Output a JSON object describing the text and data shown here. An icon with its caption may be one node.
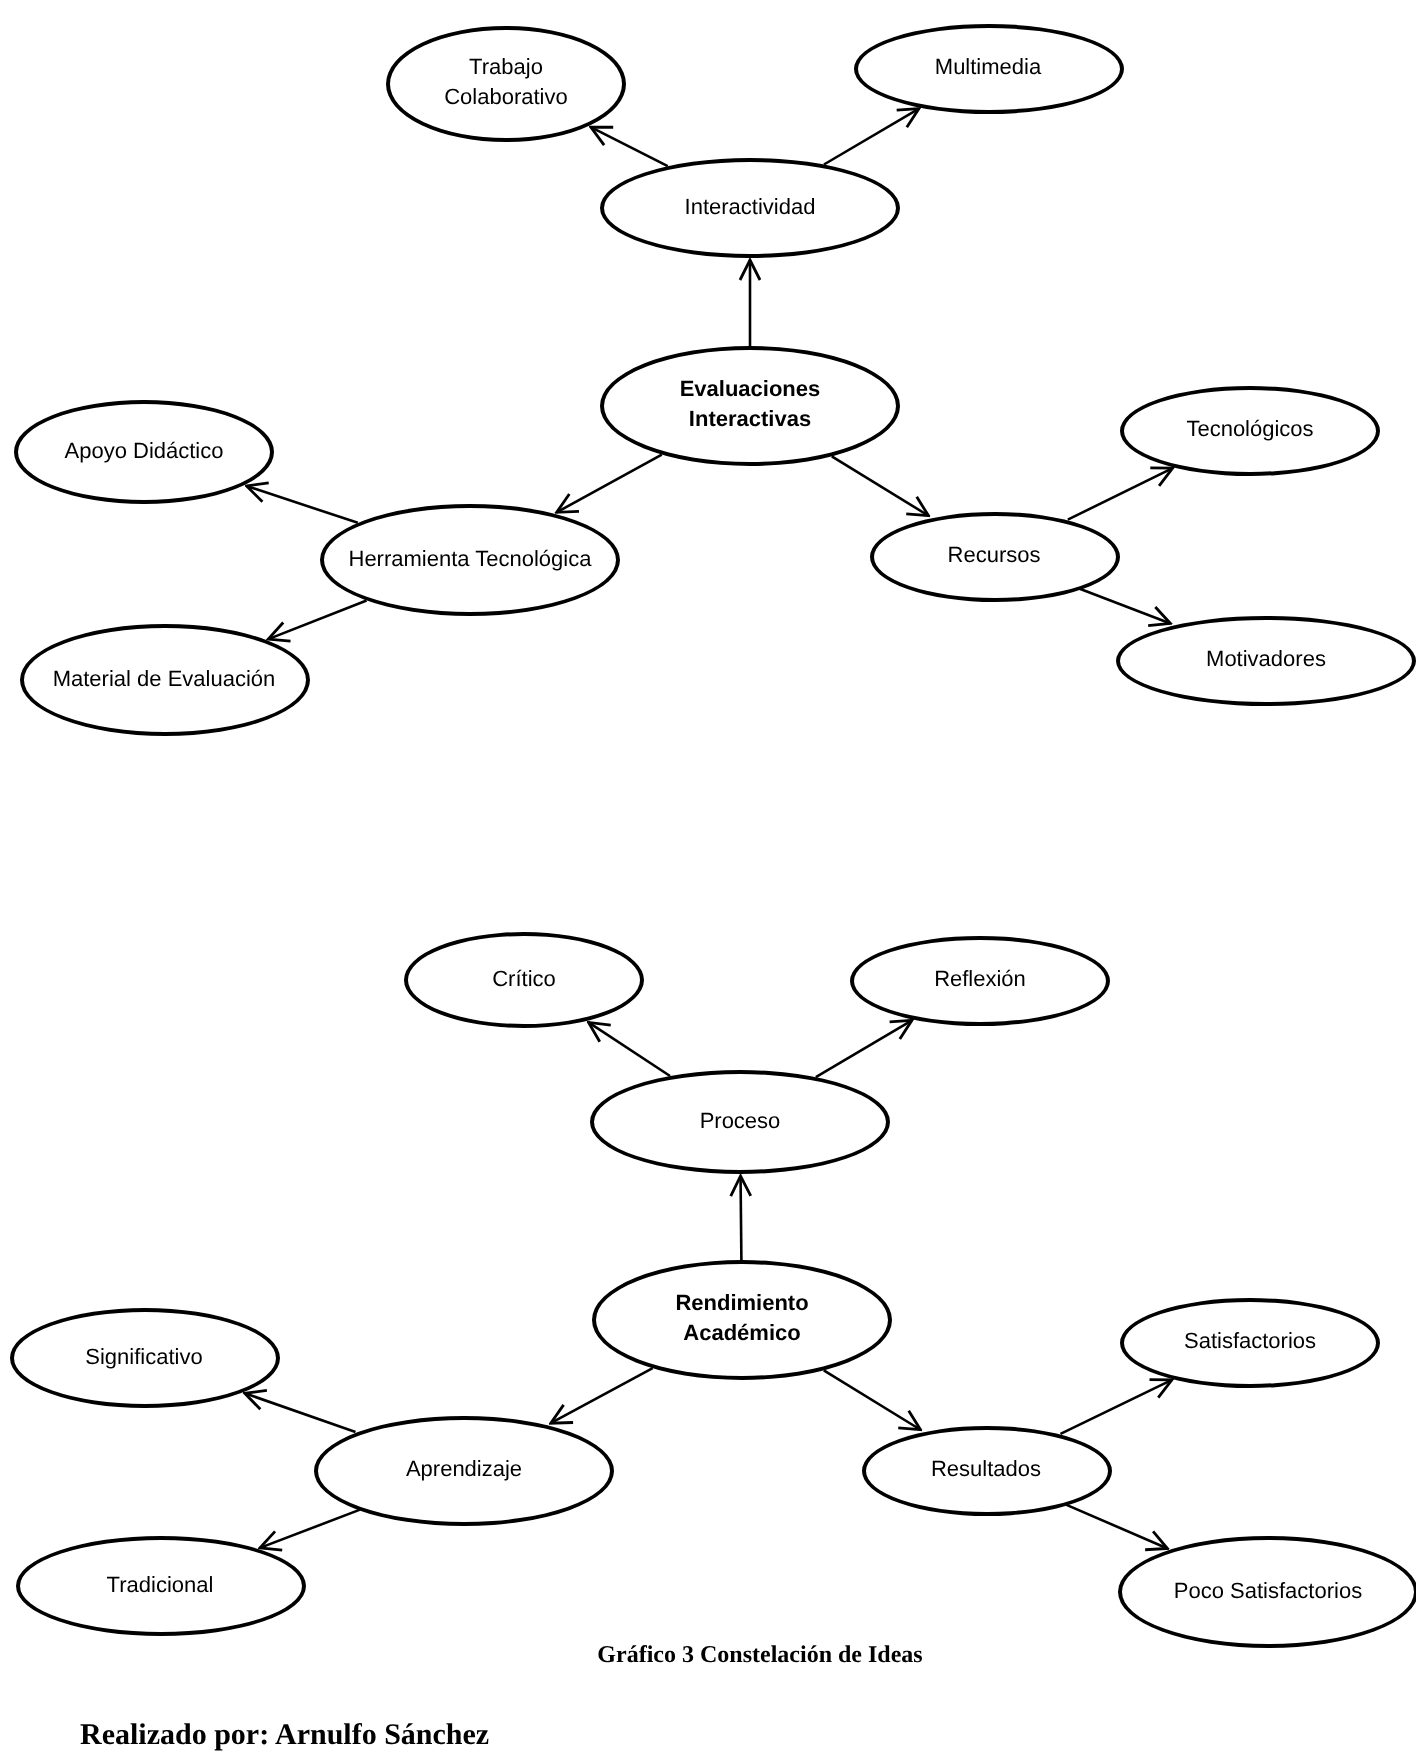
{
  "diagram": {
    "caption": "Gráfico 3 Constelación de Ideas",
    "nodes": [
      {
        "text": [
          "Evaluaciones Interactivas"
        ]
      },
      {
        "text": [
          "Interactividad"
        ]
      },
      {
        "text": [
          "Trabajo Colaborativo"
        ]
      },
      {
        "text": [
          "Multimedia"
        ]
      },
      {
        "text": [
          "Herramienta Tecnológica"
        ]
      },
      {
        "text": [
          "Apoyo Didáctico"
        ]
      },
      {
        "text": [
          "Material de Evaluación"
        ]
      },
      {
        "text": [
          "Recursos"
        ]
      },
      {
        "text": [
          "Tecnológicos"
        ]
      },
      {
        "text": [
          "Motivadores"
        ]
      },
      {
        "text": [
          "Rendimiento Académico"
        ]
      },
      {
        "text": [
          "Proceso"
        ]
      },
      {
        "text": [
          "Crítico"
        ]
      },
      {
        "text": [
          "Reflexión"
        ]
      },
      {
        "text": [
          "Aprendizaje"
        ]
      },
      {
        "text": [
          "Significativo"
        ]
      },
      {
        "text": [
          "Tradicional"
        ]
      },
      {
        "text": [
          "Resultados"
        ]
      },
      {
        "text": [
          "Satisfactorios"
        ]
      },
      {
        "text": [
          "Poco Satisfactorios"
        ]
      }
    ],
    "edges": [
      {
        "from": 0,
        "to": 1,
        "arrow": "to"
      },
      {
        "from": 1,
        "to": 2,
        "arrow": "to"
      },
      {
        "from": 1,
        "to": 3,
        "arrow": "to"
      },
      {
        "from": 0,
        "to": 4,
        "arrow": "to"
      },
      {
        "from": 4,
        "to": 5,
        "arrow": "to"
      },
      {
        "from": 4,
        "to": 6,
        "arrow": "to"
      },
      {
        "from": 0,
        "to": 7,
        "arrow": "to"
      },
      {
        "from": 7,
        "to": 8,
        "arrow": "to"
      },
      {
        "from": 7,
        "to": 9,
        "arrow": "to"
      },
      {
        "from": 10,
        "to": 11,
        "arrow": "to"
      },
      {
        "from": 11,
        "to": 12,
        "arrow": "to"
      },
      {
        "from": 11,
        "to": 13,
        "arrow": "to"
      },
      {
        "from": 10,
        "to": 14,
        "arrow": "to"
      },
      {
        "from": 14,
        "to": 15,
        "arrow": "to"
      },
      {
        "from": 14,
        "to": 16,
        "arrow": "to"
      },
      {
        "from": 10,
        "to": 17,
        "arrow": "to"
      },
      {
        "from": 17,
        "to": 18,
        "arrow": "to"
      },
      {
        "from": 17,
        "to": 19,
        "arrow": "to"
      }
    ],
    "labels": [
      "Realizado por: Arnulfo Sánchez"
    ]
  }
}
